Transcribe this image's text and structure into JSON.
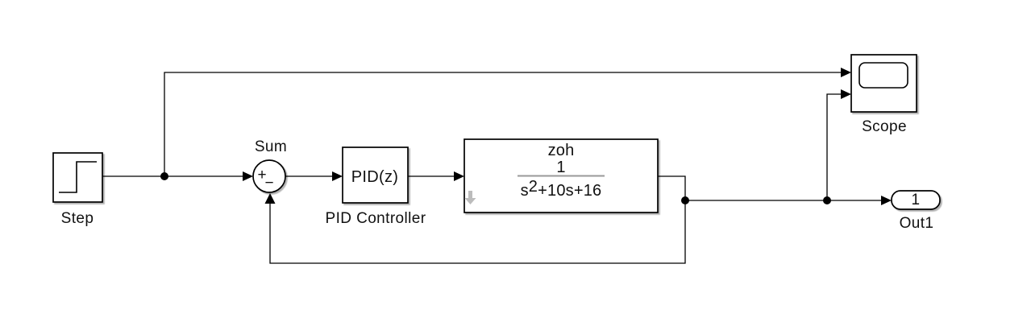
{
  "colors": {
    "background": "#ffffff",
    "wire": "#000000",
    "block_border": "#000000",
    "block_fill": "#ffffff",
    "fraction_bar": "#999999",
    "rate_arrow": "#bcbcbc"
  },
  "blocks": {
    "step": {
      "label": "Step"
    },
    "sum": {
      "label": "Sum",
      "plus_sign": "+",
      "minus_sign": "−"
    },
    "pid": {
      "display": "PID(z)",
      "label": "PID Controller"
    },
    "plant": {
      "method": "zoh",
      "numerator": "1",
      "den_base": "s",
      "den_exponent": "2",
      "den_tail": "+10s+16"
    },
    "scope": {
      "label": "Scope"
    },
    "out1": {
      "port_number": "1",
      "label": "Out1"
    }
  }
}
